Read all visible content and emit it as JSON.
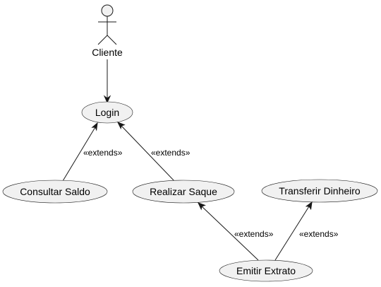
{
  "diagram": {
    "actor": {
      "label": "Cliente"
    },
    "usecases": {
      "login": "Login",
      "consultar_saldo": "Consultar Saldo",
      "realizar_saque": "Realizar Saque",
      "transferir_dinheiro": "Transferir Dinheiro",
      "emitir_extrato": "Emitir Extrato"
    },
    "relations": {
      "consultar_to_login": "«extends»",
      "saque_to_login": "«extends»",
      "extrato_to_saque": "«extends»",
      "extrato_to_transferir": "«extends»"
    }
  }
}
